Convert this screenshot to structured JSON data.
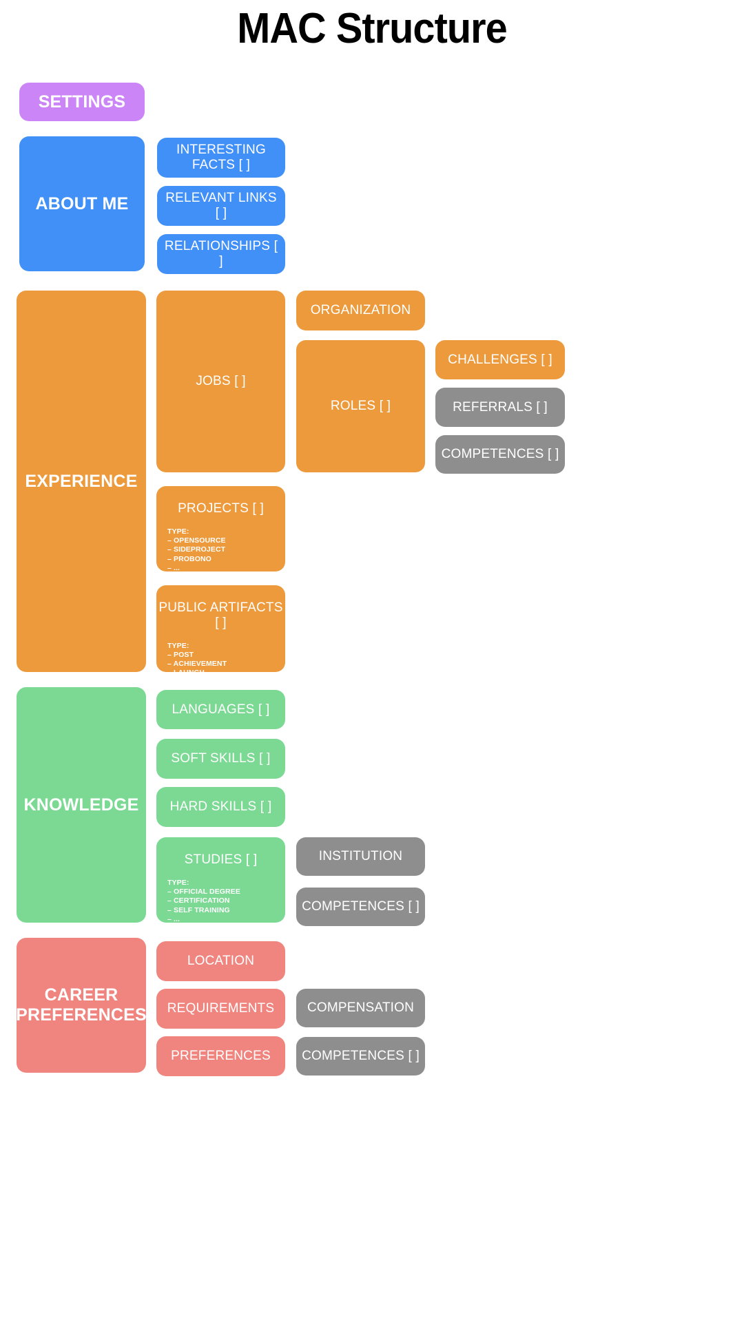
{
  "page": {
    "title": "MAC Structure"
  },
  "palette": {
    "purple": "#cc85f7",
    "blue": "#4190f7",
    "orange": "#ec9a3c",
    "green": "#7bd993",
    "red": "#f0857f",
    "gray": "#8e8e8e",
    "background": "#ffffff",
    "title_color": "#000000"
  },
  "sections": {
    "settings": {
      "label": "SETTINGS"
    },
    "about_me": {
      "label": "ABOUT ME",
      "children": [
        {
          "label": "INTERESTING FACTS [ ]"
        },
        {
          "label": "RELEVANT LINKS [ ]"
        },
        {
          "label": "RELATIONSHIPS [ ]"
        }
      ]
    },
    "experience": {
      "label": "EXPERIENCE",
      "jobs": {
        "label": "JOBS [ ]"
      },
      "organization": {
        "label": "ORGANIZATION"
      },
      "roles": {
        "label": "ROLES [ ]"
      },
      "challenges": {
        "label": "CHALLENGES [ ]"
      },
      "referrals": {
        "label": "REFERRALS [ ]"
      },
      "competences": {
        "label": "COMPETENCES [ ]"
      },
      "projects": {
        "label": "PROJECTS [ ]",
        "type_head": "TYPE:",
        "types": [
          "OPENSOURCE",
          "SIDEPROJECT",
          "PROBONO",
          "..."
        ]
      },
      "public_artifacts": {
        "label": "PUBLIC ARTIFACTS [ ]",
        "type_head": "TYPE:",
        "types": [
          "POST",
          "ACHIEVEMENT",
          "LAUNCH",
          "..."
        ]
      }
    },
    "knowledge": {
      "label": "KNOWLEDGE",
      "languages": {
        "label": "LANGUAGES [ ]"
      },
      "soft_skills": {
        "label": "SOFT SKILLS [ ]"
      },
      "hard_skills": {
        "label": "HARD SKILLS [ ]"
      },
      "studies": {
        "label": "STUDIES [ ]",
        "type_head": "TYPE:",
        "types": [
          "OFFICIAL DEGREE",
          "CERTIFICATION",
          "SELF TRAINING",
          "..."
        ]
      },
      "institution": {
        "label": "INSTITUTION"
      },
      "competences": {
        "label": "COMPETENCES [ ]"
      }
    },
    "career_preferences": {
      "label": "CAREER PREFERENCES",
      "location": {
        "label": "LOCATION"
      },
      "requirements": {
        "label": "REQUIREMENTS"
      },
      "preferences": {
        "label": "PREFERENCES"
      },
      "compensation": {
        "label": "COMPENSATION"
      },
      "competences": {
        "label": "COMPETENCES [ ]"
      }
    }
  }
}
